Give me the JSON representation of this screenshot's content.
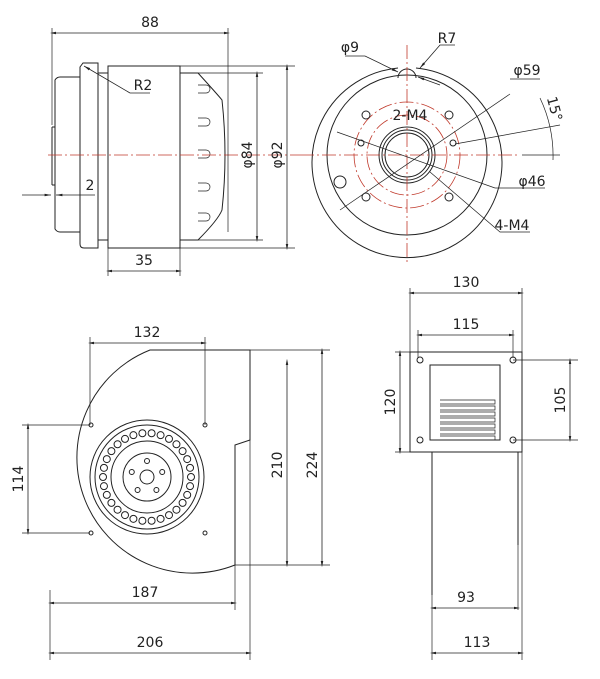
{
  "side_view": {
    "overall_length": "88",
    "flange_radius": "R2",
    "step": "2",
    "body_length": "35",
    "inner_diameter": "φ84",
    "outer_diameter": "φ92"
  },
  "front_view": {
    "notch_hole": "φ9",
    "notch_radius": "R7",
    "pcd_outer": "φ59",
    "holes_2": "2-M4",
    "angle": "15°",
    "pcd_inner": "φ46",
    "holes_4": "4-M4"
  },
  "blower_front": {
    "inlet_width": "132",
    "inlet_height": "114",
    "width_187": "187",
    "width_206": "206",
    "height_210": "210",
    "height_224": "224"
  },
  "blower_side": {
    "flange_width": "130",
    "hole_spacing_w": "115",
    "flange_height": "120",
    "hole_spacing_h": "105",
    "body_93": "93",
    "body_113": "113"
  },
  "colors": {
    "line": "#222222",
    "centerline": "#c0392b"
  }
}
